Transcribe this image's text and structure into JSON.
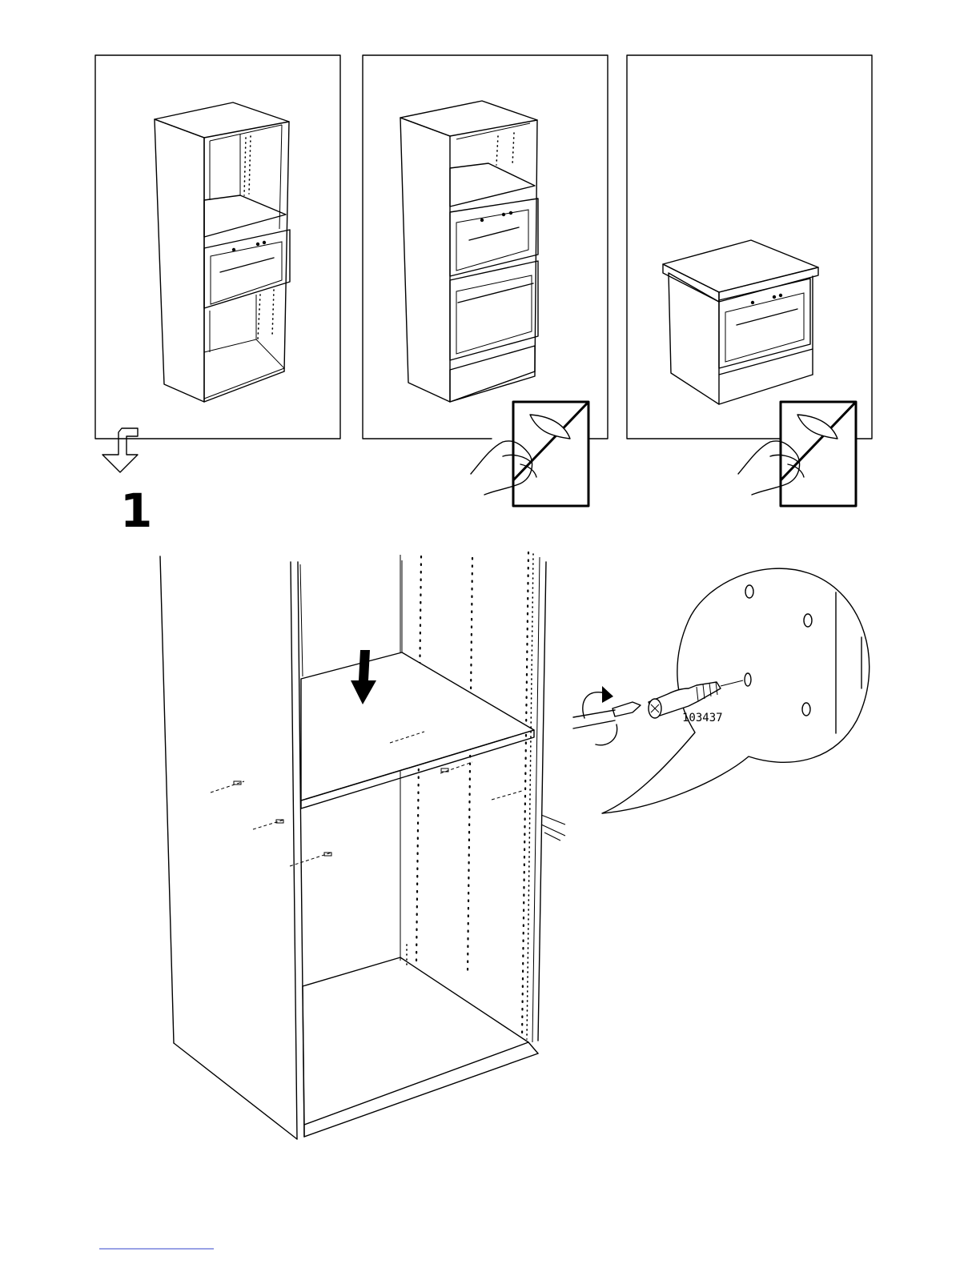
{
  "step": {
    "number": "1"
  },
  "panels": [
    {
      "id": "panel-1",
      "content": "tall-cabinet-one-oven"
    },
    {
      "id": "panel-2",
      "content": "tall-cabinet-two-ovens",
      "icon": "turn-page-icon"
    },
    {
      "id": "panel-3",
      "content": "base-cabinet-with-oven",
      "icon": "turn-page-icon"
    }
  ],
  "detail": {
    "part_number": "103437"
  },
  "icons": [
    "down-arrow-icon",
    "turn-page-icon",
    "rotate-arrow-icon",
    "screwdriver-icon",
    "dowel-icon",
    "shelf-arrow-icon"
  ],
  "footer": {
    "line_color": "#3344cc"
  }
}
